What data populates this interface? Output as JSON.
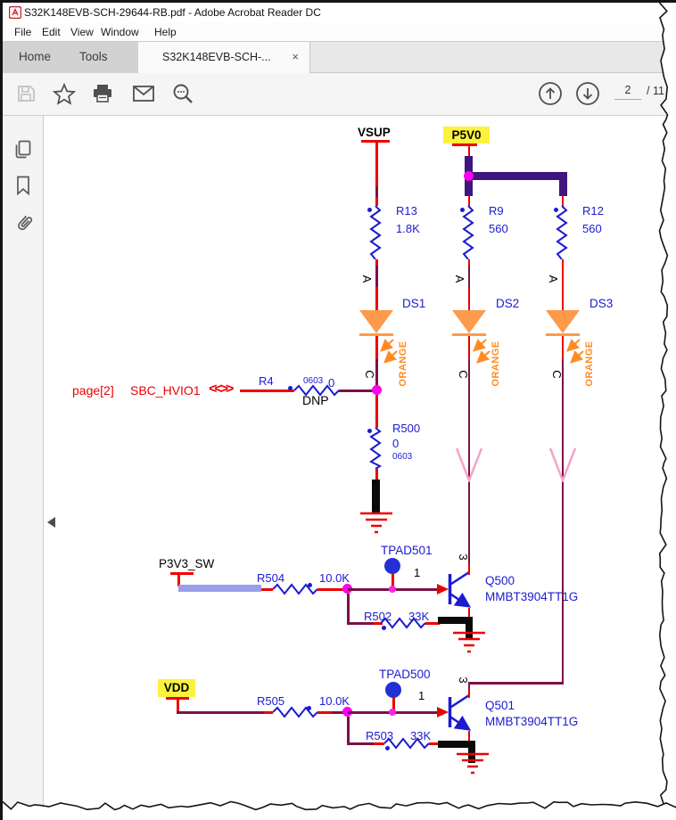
{
  "window": {
    "title": "S32K148EVB-SCH-29644-RB.pdf - Adobe Acrobat Reader DC",
    "menu": [
      "File",
      "Edit",
      "View",
      "Window",
      "Help"
    ]
  },
  "tabs": {
    "home": "Home",
    "tools": "Tools",
    "doc": "S32K148EVB-SCH-...",
    "close": "×"
  },
  "toolbar": {
    "page_current": "2",
    "page_total": "/ 11"
  },
  "schematic": {
    "nets": {
      "vsup": "VSUP",
      "p5v0": "P5V0",
      "p3v3_sw": "P3V3_SW",
      "vdd": "VDD"
    },
    "offpage": {
      "page": "page[2]",
      "net": "SBC_HVIO1",
      "symbol": "<<>>"
    },
    "r13": {
      "ref": "R13",
      "value": "1.8K"
    },
    "r9": {
      "ref": "R9",
      "value": "560"
    },
    "r12": {
      "ref": "R12",
      "value": "560"
    },
    "r4": {
      "ref": "R4",
      "footprint": "0603",
      "value": "0",
      "dnp": "DNP"
    },
    "r500": {
      "ref": "R500",
      "value": "0",
      "footprint": "0603"
    },
    "r504": {
      "ref": "R504",
      "value": "10.0K"
    },
    "r502": {
      "ref": "R502",
      "value": "33K"
    },
    "r505": {
      "ref": "R505",
      "value": "10.0K"
    },
    "r503": {
      "ref": "R503",
      "value": "33K"
    },
    "ds1": {
      "ref": "DS1",
      "color": "ORANGE"
    },
    "ds2": {
      "ref": "DS2",
      "color": "ORANGE"
    },
    "ds3": {
      "ref": "DS3",
      "color": "ORANGE"
    },
    "q500": {
      "ref": "Q500",
      "part": "MMBT3904TT1G"
    },
    "q501": {
      "ref": "Q501",
      "part": "MMBT3904TT1G"
    },
    "tpad501": "TPAD501",
    "tpad500": "TPAD500",
    "pins": {
      "anode": "A",
      "cathode": "C",
      "base": "1",
      "collector": "3"
    }
  }
}
